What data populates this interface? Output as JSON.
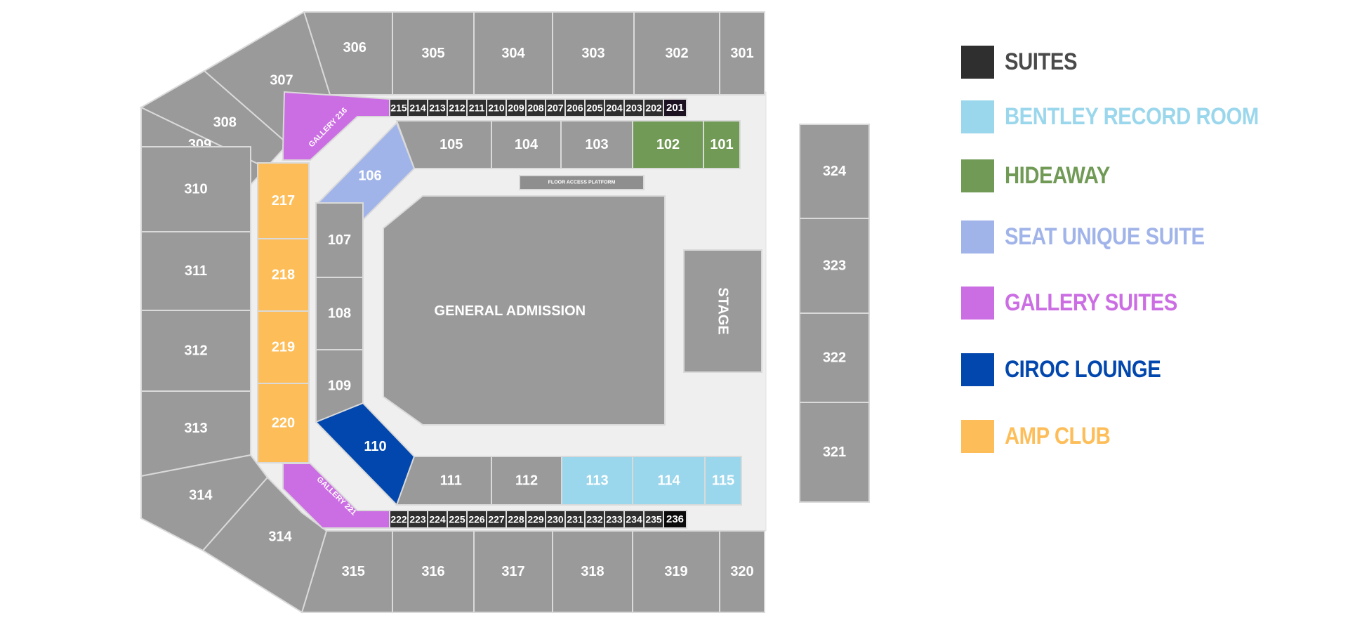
{
  "colors": {
    "seat": "#9a9a9a",
    "seat_stroke": "#dadada",
    "suite": "#2f2f2f",
    "suite_dark": "#1c1222",
    "suite_black": "#0a0a0a",
    "bentley": "#9bd7ec",
    "hideaway": "#709a55",
    "seat_unique": "#a1b4e9",
    "gallery": "#cc6ee3",
    "ciroc": "#0247ad",
    "amp": "#fdbe5a",
    "text_on_seat": "#ffffff"
  },
  "map": {
    "upper_top": [
      "306",
      "305",
      "304",
      "303",
      "302",
      "301"
    ],
    "upper_left": [
      "307",
      "308",
      "309",
      "310",
      "311",
      "312",
      "313",
      "314"
    ],
    "upper_bottom": [
      "315",
      "316",
      "317",
      "318",
      "319",
      "320"
    ],
    "upper_right": [
      "324",
      "323",
      "322",
      "321"
    ],
    "suites_top": [
      "215",
      "214",
      "213",
      "212",
      "211",
      "210",
      "209",
      "208",
      "207",
      "206",
      "205",
      "204",
      "203",
      "202",
      "201"
    ],
    "suites_bottom": [
      "222",
      "223",
      "224",
      "225",
      "226",
      "227",
      "228",
      "229",
      "230",
      "231",
      "232",
      "233",
      "234",
      "235",
      "236"
    ],
    "lower_top": [
      "105",
      "104",
      "103",
      "102",
      "101"
    ],
    "lower_bottom": [
      "111",
      "112",
      "113",
      "114",
      "115"
    ],
    "lower_left": [
      "106",
      "107",
      "108",
      "109",
      "110"
    ],
    "amp": [
      "217",
      "218",
      "219",
      "220"
    ],
    "gallery_top": "GALLERY 216",
    "gallery_bottom": "GALLERY 221",
    "floor_access": "FLOOR ACCESS PLATFORM",
    "general_admission": "GENERAL ADMISSION",
    "stage": "STAGE"
  },
  "legend": [
    {
      "label": "SUITES",
      "color": "#2f2f2f",
      "text_color": "#4a4a4a"
    },
    {
      "label": "BENTLEY RECORD ROOM",
      "color": "#9bd7ec",
      "text_color": "#9bd7ec"
    },
    {
      "label": "HIDEAWAY",
      "color": "#709a55",
      "text_color": "#709a55"
    },
    {
      "label": "SEAT UNIQUE SUITE",
      "color": "#a1b4e9",
      "text_color": "#a1b4e9"
    },
    {
      "label": "GALLERY SUITES",
      "color": "#cc6ee3",
      "text_color": "#cc6ee3"
    },
    {
      "label": "CIROC LOUNGE",
      "color": "#0247ad",
      "text_color": "#0247ad"
    },
    {
      "label": "AMP CLUB",
      "color": "#fdbe5a",
      "text_color": "#fdbe5a"
    }
  ]
}
